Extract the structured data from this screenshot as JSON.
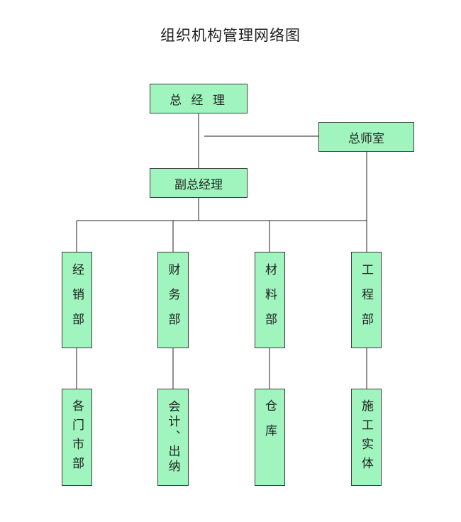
{
  "title": "组织机构管理网络图",
  "nodes": {
    "general_manager": "总 经 理",
    "chief_engineer_office": "总师室",
    "deputy_general_manager": "副总经理",
    "sales_dept": "经销部",
    "finance_dept": "财务部",
    "materials_dept": "材料部",
    "engineering_dept": "工程部",
    "market_departments": "各门市部",
    "accounting_cashier": "会计、出纳",
    "warehouse": "仓库",
    "construction_entity": "施工实体"
  },
  "colors": {
    "box_fill": "#9ff5bd",
    "line": "#222222"
  }
}
